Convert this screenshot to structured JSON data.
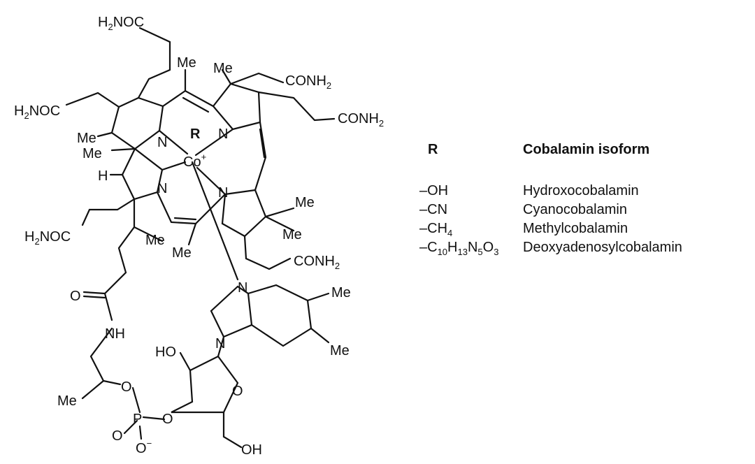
{
  "structure": {
    "labels": {
      "h2noc_top": "H2NOC",
      "h2noc_left": "H2NOC",
      "h2noc_lower": "H2NOC",
      "conh2_top": "CONH2",
      "conh2_right": "CONH2",
      "conh2_bottom": "CONH2",
      "me_top": "Me",
      "me_top_right": "Me",
      "me_left_1": "Me",
      "me_left_2": "Me",
      "me_right_1": "Me",
      "me_right_2": "Me",
      "me_bottom_1": "Me",
      "me_bottom_2": "Me",
      "me_benz_1": "Me",
      "me_benz_2": "Me",
      "me_chain": "Me",
      "r_center": "R",
      "cobalt": "Co",
      "cobalt_charge": "+",
      "n_tl": "N",
      "n_tr": "N",
      "n_bl": "N",
      "n_br": "N",
      "n_imid_top": "N",
      "n_imid_bottom": "N",
      "h_label": "H",
      "o_amide": "O",
      "nh_amide": "NH",
      "o_ester": "O",
      "o_phos": "O",
      "p_phos": "P",
      "o_phos_minus": "O",
      "minus": "−",
      "o_ribose_link": "O",
      "ho_ribose": "HO",
      "o_ring": "O",
      "oh_ribose": "OH"
    }
  },
  "table": {
    "header_r": "R",
    "header_isoform": "Cobalamin isoform",
    "rows": [
      {
        "r": "–OH",
        "isoform": "Hydroxocobalamin"
      },
      {
        "r": "–CN",
        "isoform": "Cyanocobalamin"
      },
      {
        "r": "–CH4",
        "isoform": "Methylcobalamin"
      },
      {
        "r": "–C10H13N5O3",
        "isoform": "Deoxyadenosylcobalamin"
      }
    ]
  }
}
